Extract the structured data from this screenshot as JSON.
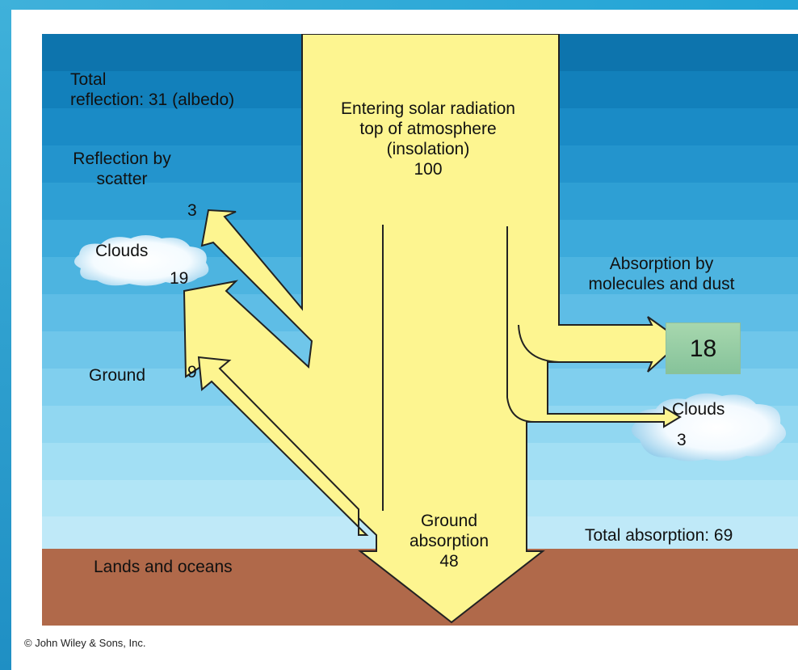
{
  "diagram": {
    "labels": {
      "total_reflection_line1": "Total",
      "total_reflection_line2": "reflection: 31 (albedo)",
      "entering_line1": "Entering solar radiation",
      "entering_line2": "top of atmosphere",
      "entering_line3": "(insolation)",
      "entering_value": "100",
      "reflection_scatter_line1": "Reflection by",
      "reflection_scatter_line2": "scatter",
      "scatter_value": "3",
      "clouds_left": "Clouds",
      "clouds_reflection_value": "19",
      "ground_label": "Ground",
      "ground_reflection_value": "9",
      "absorption_line1": "Absorption by",
      "absorption_line2": "molecules and dust",
      "molecules_value": "18",
      "clouds_right": "Clouds",
      "clouds_absorption_value": "3",
      "ground_absorption_line1": "Ground",
      "ground_absorption_line2": "absorption",
      "ground_absorption_value": "48",
      "total_absorption": "Total absorption: 69",
      "lands_oceans": "Lands and oceans"
    },
    "colors": {
      "sky_top": "#0d74ad",
      "sky_bottom": "#bfe9f8",
      "arrow_fill": "#fdf590",
      "arrow_stroke": "#222222",
      "ground": "#b0694a",
      "badge": "#92c9a0"
    }
  },
  "footer": {
    "copyright": "© John Wiley & Sons, Inc."
  }
}
